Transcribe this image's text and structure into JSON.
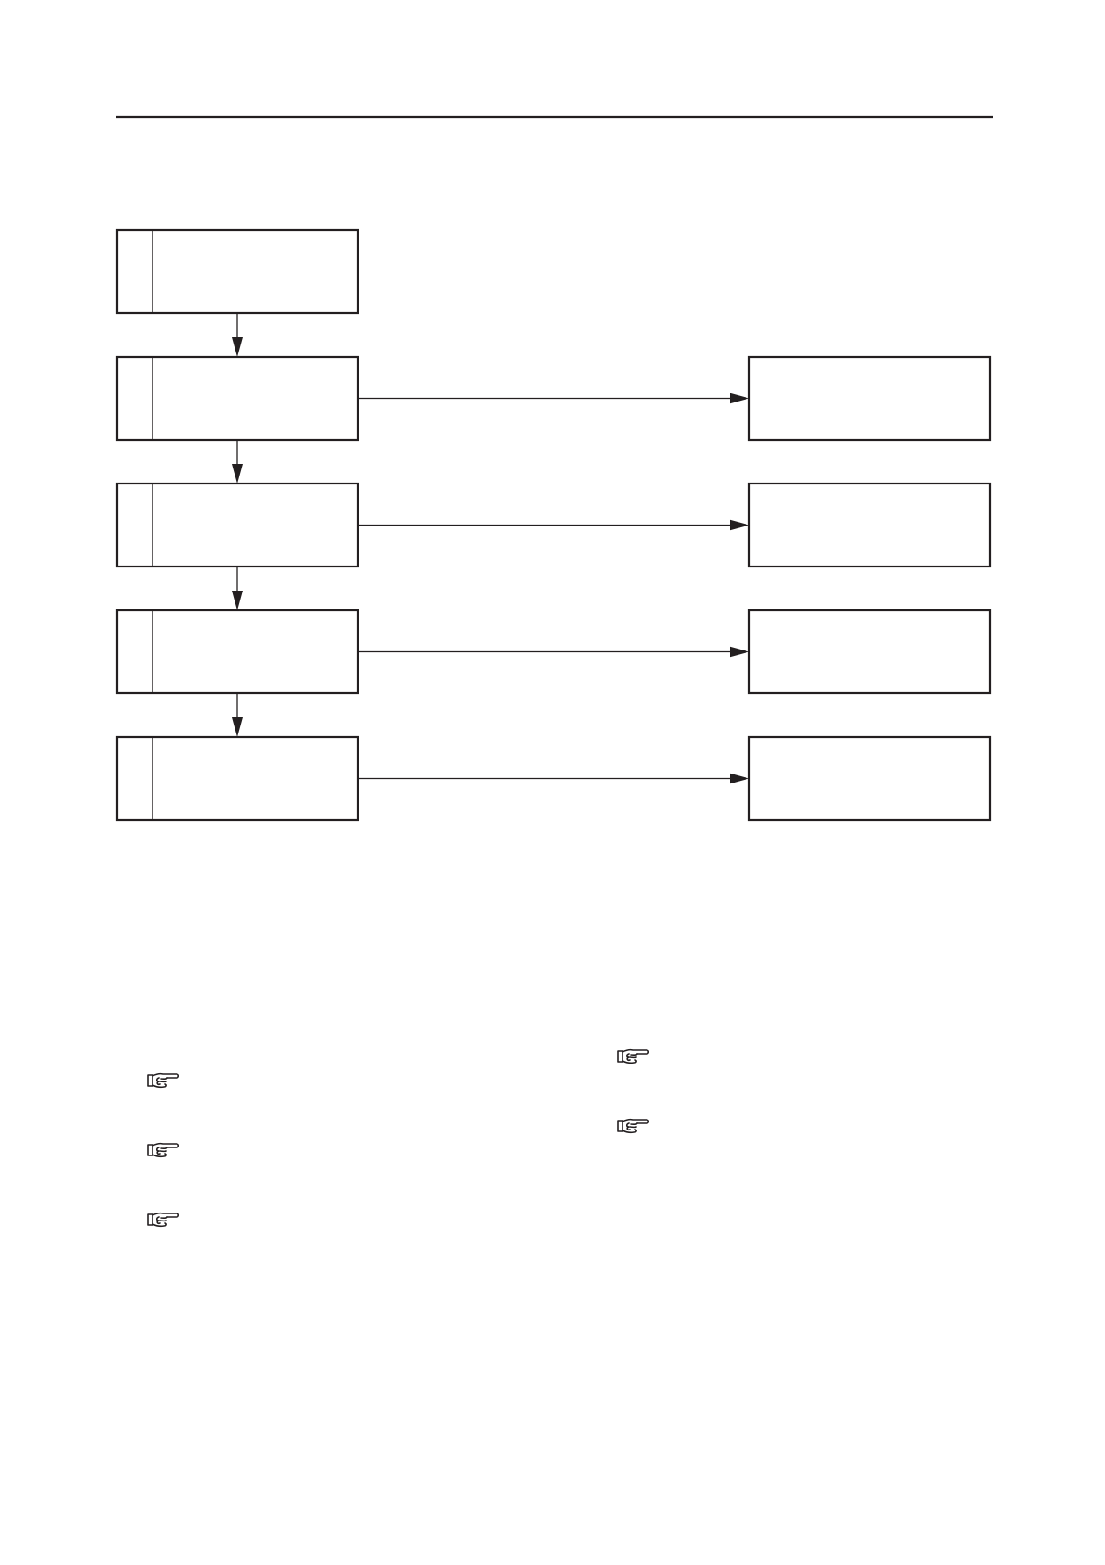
{
  "colors": {
    "ink": "#231f20",
    "paper": "#ffffff"
  },
  "diagram": {
    "steps": [
      {
        "id": "step-1",
        "has_branch": false
      },
      {
        "id": "step-2",
        "has_branch": true
      },
      {
        "id": "step-3",
        "has_branch": true
      },
      {
        "id": "step-4",
        "has_branch": true
      },
      {
        "id": "step-5",
        "has_branch": true
      }
    ]
  },
  "references": {
    "left_column": [
      {
        "icon": "pointing-hand-icon"
      },
      {
        "icon": "pointing-hand-icon"
      },
      {
        "icon": "pointing-hand-icon"
      }
    ],
    "right_column": [
      {
        "icon": "pointing-hand-icon"
      },
      {
        "icon": "pointing-hand-icon"
      }
    ]
  }
}
